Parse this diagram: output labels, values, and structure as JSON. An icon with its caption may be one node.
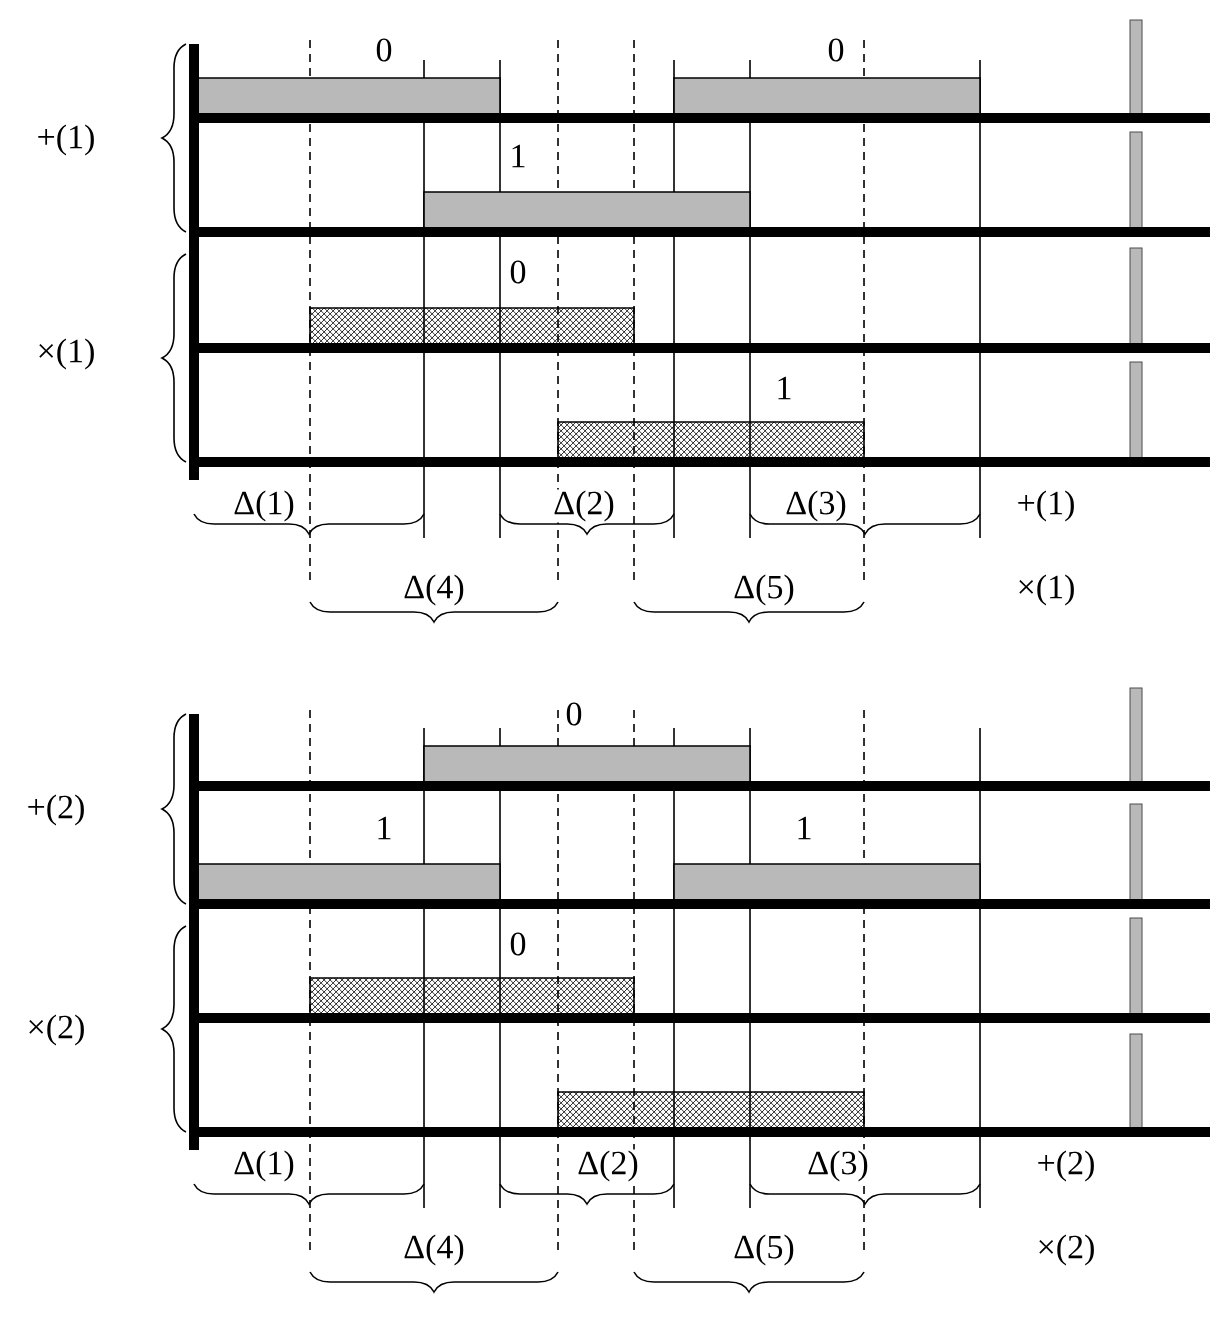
{
  "diagram": {
    "labels": [
      "0",
      "0",
      "+(1)",
      "1",
      "0",
      "×(1)",
      "1",
      "Δ(1)",
      "Δ(2)",
      "Δ(3)",
      "+(1)",
      "Δ(4)",
      "Δ(5)",
      "×(1)",
      "0",
      "+(2)",
      "1",
      "1",
      "0",
      "×(2)",
      "Δ(1)",
      "Δ(2)",
      "Δ(3)",
      "+(2)",
      "Δ(4)",
      "Δ(5)",
      "×(2)"
    ]
  }
}
